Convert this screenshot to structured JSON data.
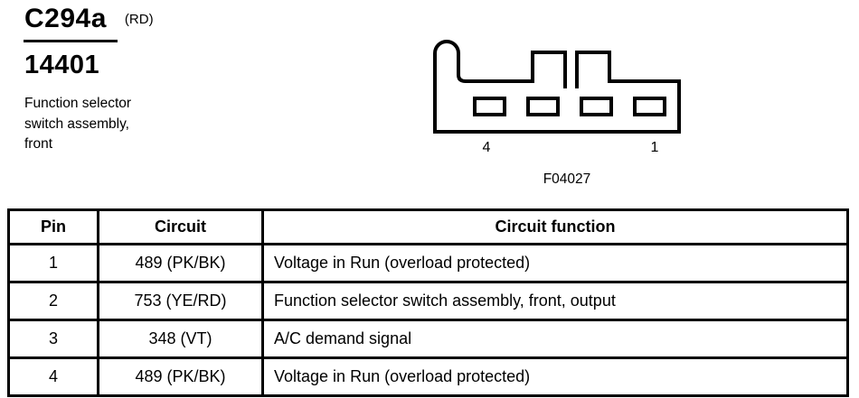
{
  "page": {
    "background": "#ffffff",
    "ink": "#000000"
  },
  "header": {
    "connector_id": "C294a",
    "variant": "(RD)",
    "part_number": "14401",
    "description": "Function selector\nswitch assembly,\nfront"
  },
  "diagram": {
    "figure_code": "F04027",
    "pin_count": 4,
    "left_pin_label": "4",
    "right_pin_label": "1"
  },
  "table": {
    "columns": [
      "Pin",
      "Circuit",
      "Circuit function"
    ],
    "rows": [
      {
        "pin": "1",
        "circuit": "489 (PK/BK)",
        "function": "Voltage in Run (overload protected)"
      },
      {
        "pin": "2",
        "circuit": "753 (YE/RD)",
        "function": "Function selector switch assembly, front, output"
      },
      {
        "pin": "3",
        "circuit": "348 (VT)",
        "function": "A/C demand signal"
      },
      {
        "pin": "4",
        "circuit": "489 (PK/BK)",
        "function": "Voltage in Run (overload protected)"
      }
    ]
  }
}
